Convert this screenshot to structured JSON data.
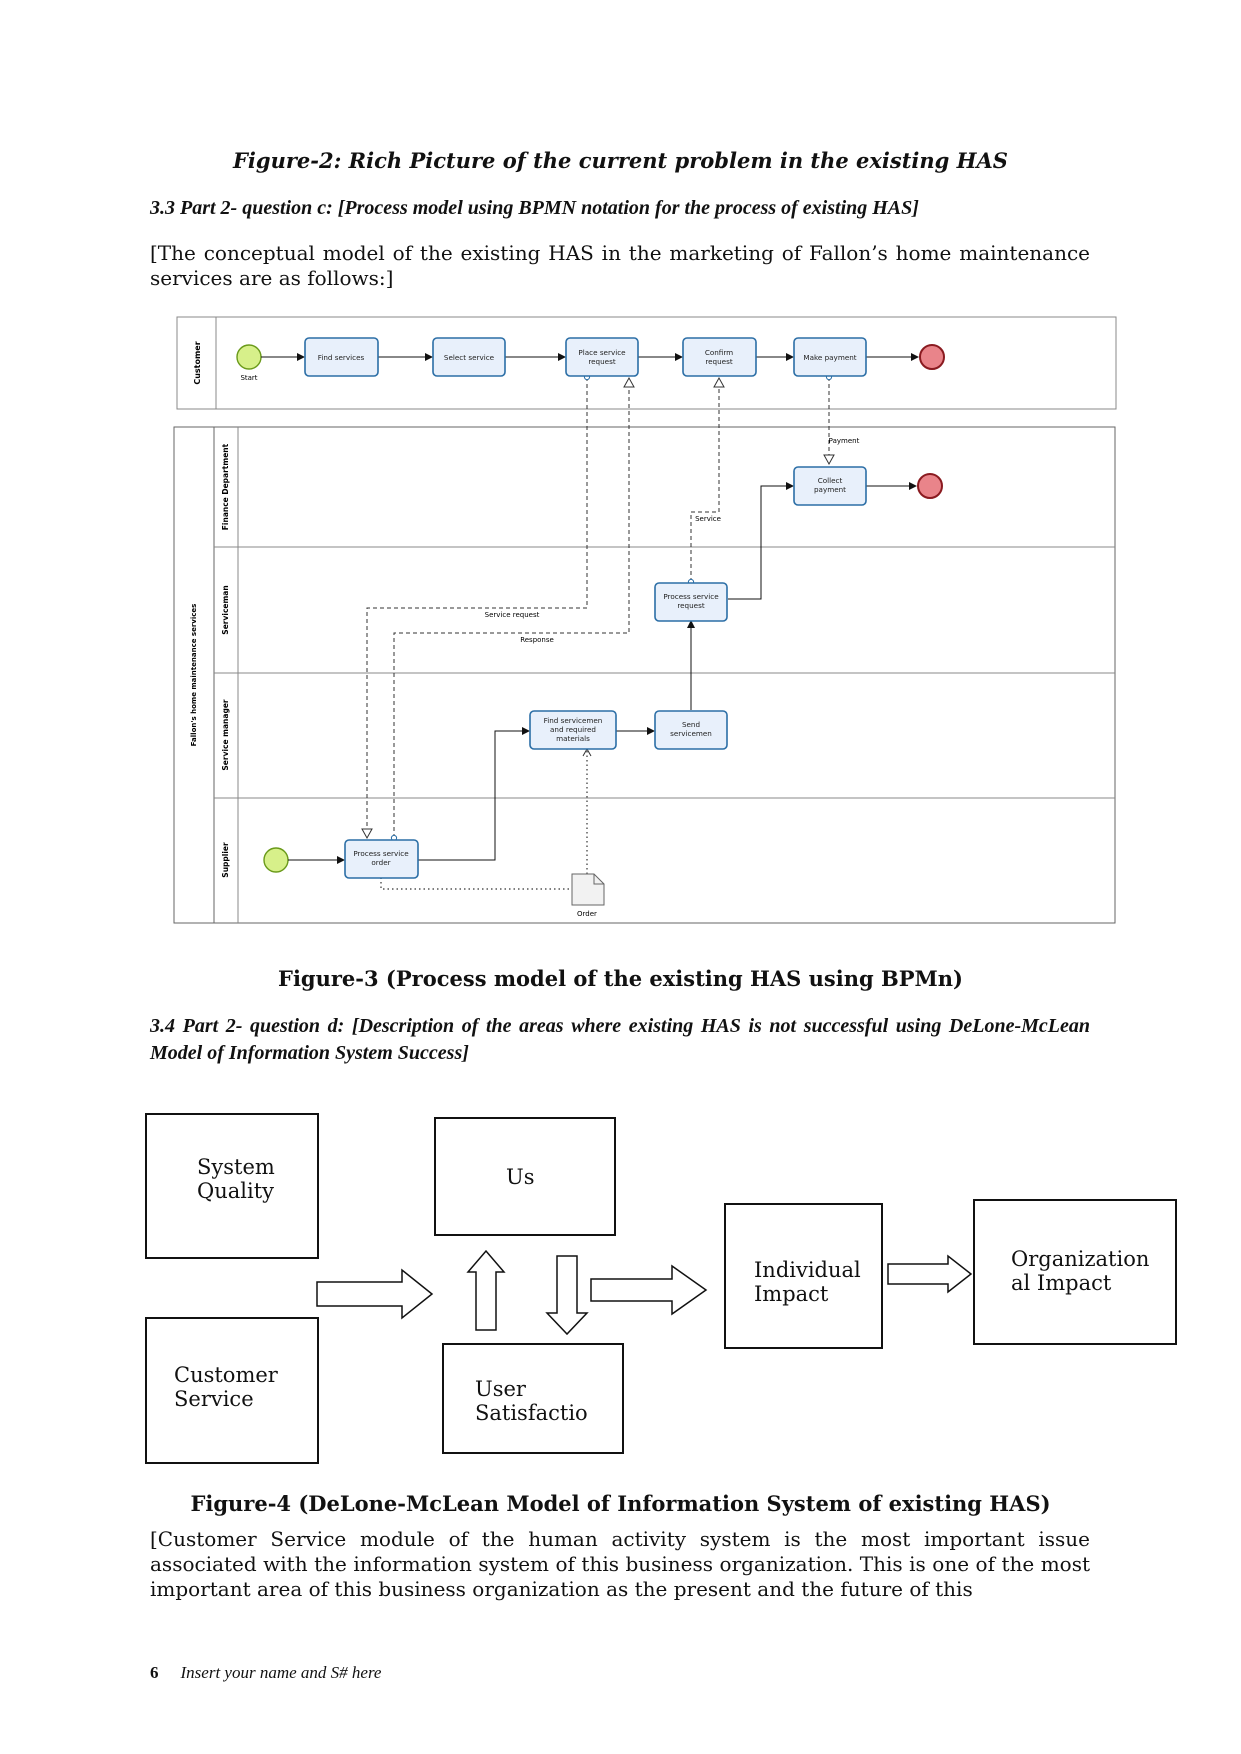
{
  "figure2_caption": "Figure-2: Rich Picture of the current problem in the existing HAS",
  "section_3_3": "3.3 Part 2- question c: [Process model using BPMN notation for the process of existing HAS]",
  "intro_paragraph": "[The conceptual model of the existing HAS in the marketing of Fallon’s home maintenance services are as follows:]",
  "bpmn": {
    "pool_customer": "Customer",
    "pool_company": "Fallon's home maintenance services",
    "lanes": [
      "Finance Department",
      "Serviceman",
      "Service manager",
      "Supplier"
    ],
    "start_label": "Start",
    "tasks": {
      "find_services": "Find services",
      "select_service": "Select service",
      "place_request": [
        "Place service",
        "request"
      ],
      "confirm_request": [
        "Confirm",
        "request"
      ],
      "make_payment": "Make payment",
      "collect_payment": [
        "Collect",
        "payment"
      ],
      "process_service_request": [
        "Process service",
        "request"
      ],
      "find_servicemen": [
        "Find servicemen",
        "and required",
        "materials"
      ],
      "send_servicemen": [
        "Send",
        "servicemen"
      ],
      "process_service_order": [
        "Process service",
        "order"
      ]
    },
    "flows": {
      "payment": "Payment",
      "service": "Service",
      "service_request": "Service request",
      "response": "Response"
    },
    "data_object": "Order"
  },
  "figure3_caption": "Figure-3 (Process model of the existing HAS using BPMn)",
  "section_3_4": "3.4 Part 2- question d: [Description of the areas where existing HAS is not successful using DeLone-McLean Model of Information System Success]",
  "delone": {
    "system_quality": "System\nQuality",
    "customer_service": "Customer\nService",
    "use": "Us",
    "user_satisfaction": "User\nSatisfactio",
    "individual_impact": "Individual\nImpact",
    "org_impact": "Organization\nal Impact"
  },
  "figure4_caption": "Figure-4 (DeLone-McLean Model of Information System of existing HAS)",
  "closing_paragraph": "[Customer Service module of the human activity system is the most important issue associated with the information system of this business organization. This is one of the most important area of this business organization as the present and the future of this",
  "footer": {
    "page_number": "6",
    "text": "Insert your name and S# here"
  },
  "colors": {
    "task_fill": "#e8f0fb",
    "task_stroke": "#2b6ea6",
    "start_fill": "#d7f08a",
    "end_fill": "#e9848a"
  }
}
